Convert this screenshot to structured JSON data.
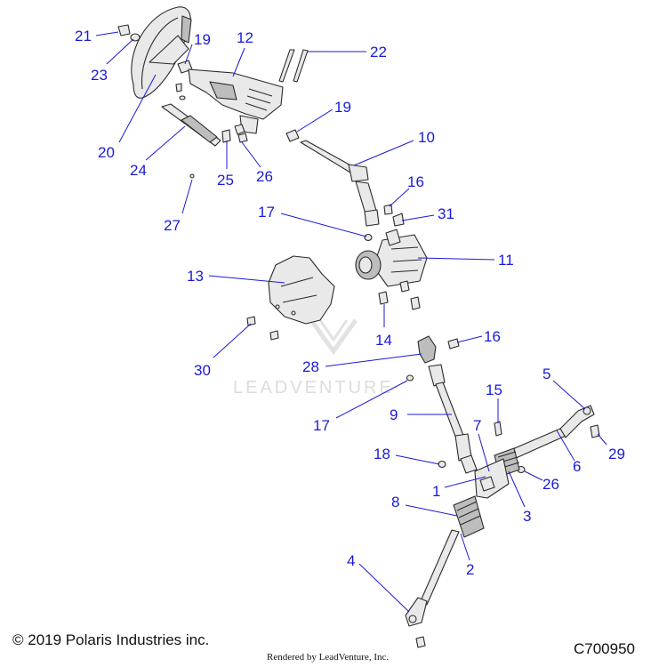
{
  "footer": {
    "copyright": "© 2019 Polaris Industries inc.",
    "rendered_by": "Rendered by LeadVenture, Inc.",
    "diagram_id": "C700950"
  },
  "watermark": "LEADVENTURE",
  "callouts": [
    {
      "id": "c21",
      "text": "21"
    },
    {
      "id": "c23",
      "text": "23"
    },
    {
      "id": "c19a",
      "text": "19"
    },
    {
      "id": "c12",
      "text": "12"
    },
    {
      "id": "c22",
      "text": "22"
    },
    {
      "id": "c20",
      "text": "20"
    },
    {
      "id": "c19b",
      "text": "19"
    },
    {
      "id": "c10",
      "text": "10"
    },
    {
      "id": "c24",
      "text": "24"
    },
    {
      "id": "c25",
      "text": "25"
    },
    {
      "id": "c26a",
      "text": "26"
    },
    {
      "id": "c27",
      "text": "27"
    },
    {
      "id": "c16a",
      "text": "16"
    },
    {
      "id": "c17a",
      "text": "17"
    },
    {
      "id": "c31",
      "text": "31"
    },
    {
      "id": "c13",
      "text": "13"
    },
    {
      "id": "c11",
      "text": "11"
    },
    {
      "id": "c14",
      "text": "14"
    },
    {
      "id": "c16b",
      "text": "16"
    },
    {
      "id": "c30",
      "text": "30"
    },
    {
      "id": "c28",
      "text": "28"
    },
    {
      "id": "c5",
      "text": "5"
    },
    {
      "id": "c15",
      "text": "15"
    },
    {
      "id": "c9",
      "text": "9"
    },
    {
      "id": "c17b",
      "text": "17"
    },
    {
      "id": "c7",
      "text": "7"
    },
    {
      "id": "c29",
      "text": "29"
    },
    {
      "id": "c18",
      "text": "18"
    },
    {
      "id": "c6",
      "text": "6"
    },
    {
      "id": "c1",
      "text": "1"
    },
    {
      "id": "c26b",
      "text": "26"
    },
    {
      "id": "c8",
      "text": "8"
    },
    {
      "id": "c3",
      "text": "3"
    },
    {
      "id": "c4",
      "text": "4"
    },
    {
      "id": "c2",
      "text": "2"
    }
  ]
}
